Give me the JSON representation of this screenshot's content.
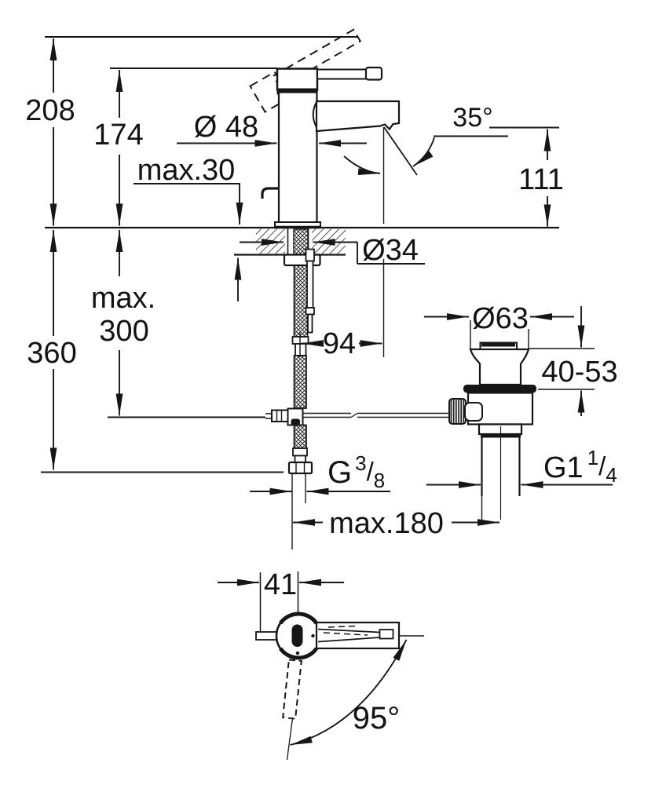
{
  "colors": {
    "line_color": "#161616",
    "background": "#ffffff"
  },
  "front_view": {
    "dimensions": {
      "overall_height": "208",
      "body_height": "174",
      "body_diameter": "Ø 48",
      "max_deck_thickness": "max.30",
      "spout_angle": "35°",
      "spout_outlet_height": "111",
      "mounting_hole_diameter": "Ø34",
      "rod_depth_line1": "max.",
      "rod_depth_line2": "300",
      "supply_hose_drop": "360",
      "spout_reach": "94",
      "waste_flange_diameter": "Ø63",
      "waste_deck_thickness_range": "40-53",
      "max_hole_spacing": "max.180",
      "supply_thread": {
        "prefix": "G",
        "numerator": "3",
        "slash": "/",
        "denominator": "8"
      },
      "waste_thread": {
        "prefix": "G1",
        "numerator": "1",
        "slash": "/",
        "denominator": "4"
      }
    }
  },
  "top_view": {
    "dimensions": {
      "rod_offset": "41",
      "handle_swivel_angle": "95°"
    }
  }
}
